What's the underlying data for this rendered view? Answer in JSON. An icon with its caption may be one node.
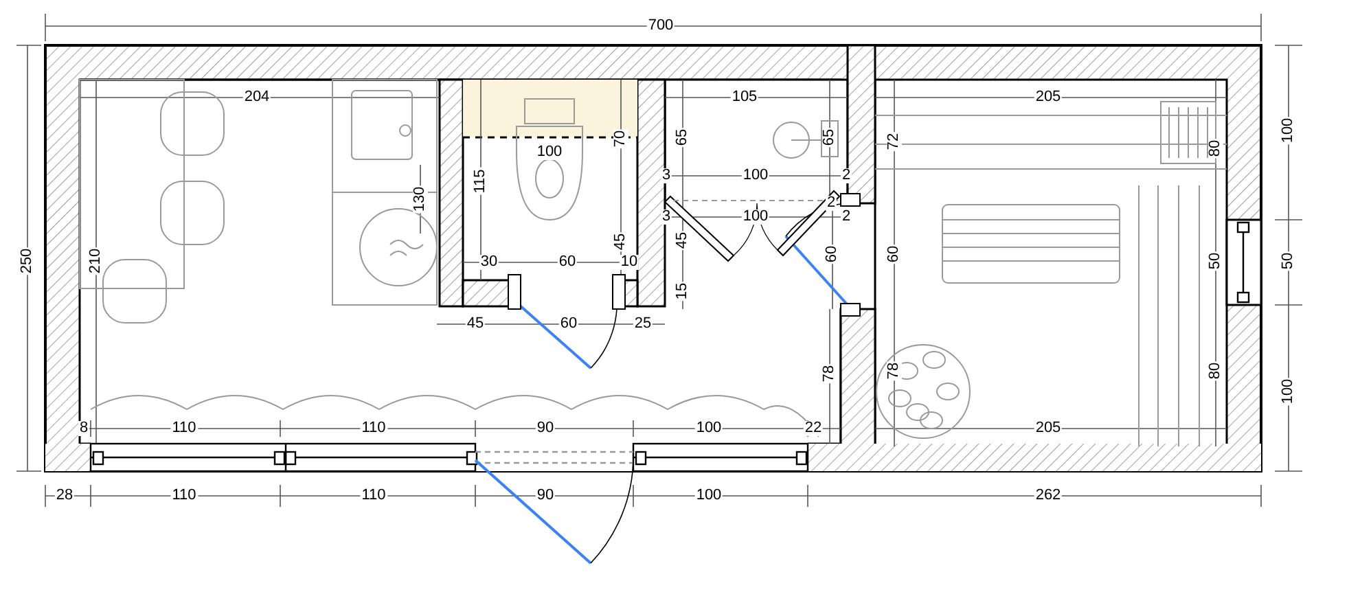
{
  "diagram": {
    "labels": [
      "700",
      "204",
      "105",
      "205",
      "100",
      "70",
      "65",
      "65",
      "72",
      "80",
      "100",
      "130",
      "115",
      "3",
      "100",
      "2",
      "3",
      "100",
      "2",
      "2",
      "250",
      "210",
      "30",
      "60",
      "45",
      "10",
      "45",
      "60",
      "60",
      "50",
      "50",
      "45",
      "60",
      "25",
      "15",
      "78",
      "78",
      "80",
      "100",
      "8",
      "110",
      "110",
      "90",
      "100",
      "22",
      "205",
      "28",
      "110",
      "110",
      "90",
      "100",
      "262"
    ]
  }
}
